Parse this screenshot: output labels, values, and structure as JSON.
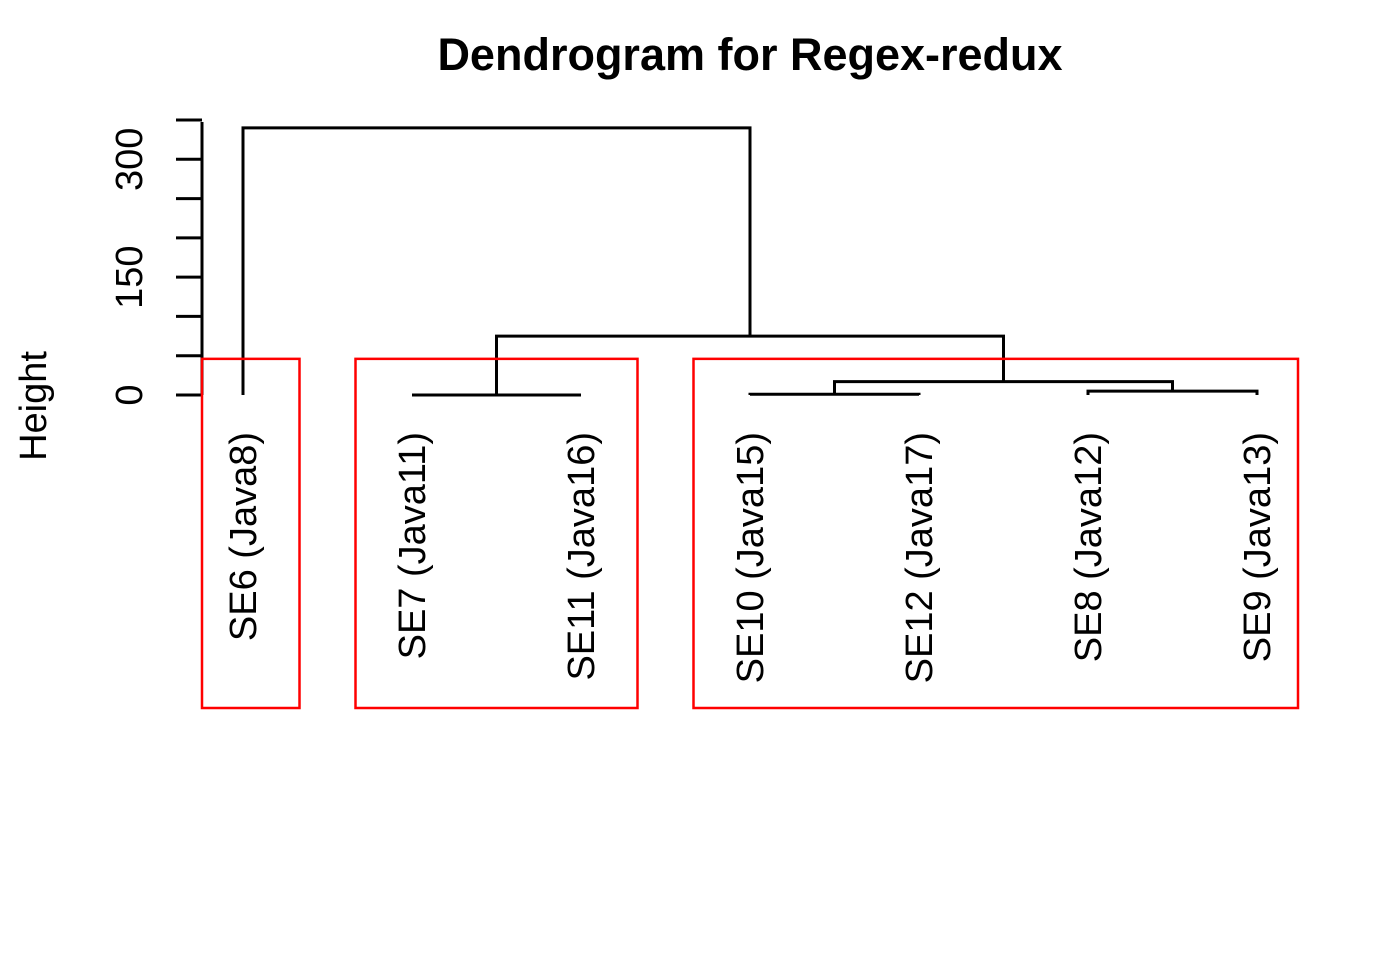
{
  "chart_data": {
    "type": "dendrogram",
    "title": "Dendrogram for Regex-redux",
    "ylabel": "Height",
    "ylim": [
      0,
      350
    ],
    "y_ticks": [
      0,
      150,
      300
    ],
    "y_minor_ticks": [
      0,
      50,
      100,
      150,
      200,
      250,
      300,
      350
    ],
    "leaves": [
      {
        "label": "SE6 (Java8)"
      },
      {
        "label": "SE7 (Java11)"
      },
      {
        "label": "SE11 (Java16)"
      },
      {
        "label": "SE10 (Java15)"
      },
      {
        "label": "SE12 (Java17)"
      },
      {
        "label": "SE8 (Java12)"
      },
      {
        "label": "SE9 (Java13)"
      }
    ],
    "merges": [
      {
        "left": {
          "leaf": 1
        },
        "right": {
          "leaf": 2
        },
        "height": 0
      },
      {
        "left": {
          "leaf": 3
        },
        "right": {
          "leaf": 4
        },
        "height": 1
      },
      {
        "left": {
          "leaf": 5
        },
        "right": {
          "leaf": 6
        },
        "height": 5
      },
      {
        "left": {
          "merge": 1
        },
        "right": {
          "merge": 2
        },
        "height": 17
      },
      {
        "left": {
          "merge": 0
        },
        "right": {
          "merge": 3
        },
        "height": 75
      },
      {
        "left": {
          "leaf": 0
        },
        "right": {
          "merge": 4
        },
        "height": 340
      }
    ],
    "clusters": [
      {
        "leaves": [
          0
        ],
        "color": "#ff0000"
      },
      {
        "leaves": [
          1,
          2
        ],
        "color": "#ff0000"
      },
      {
        "leaves": [
          3,
          4,
          5,
          6
        ],
        "color": "#ff0000"
      }
    ],
    "cut_height": 46
  }
}
